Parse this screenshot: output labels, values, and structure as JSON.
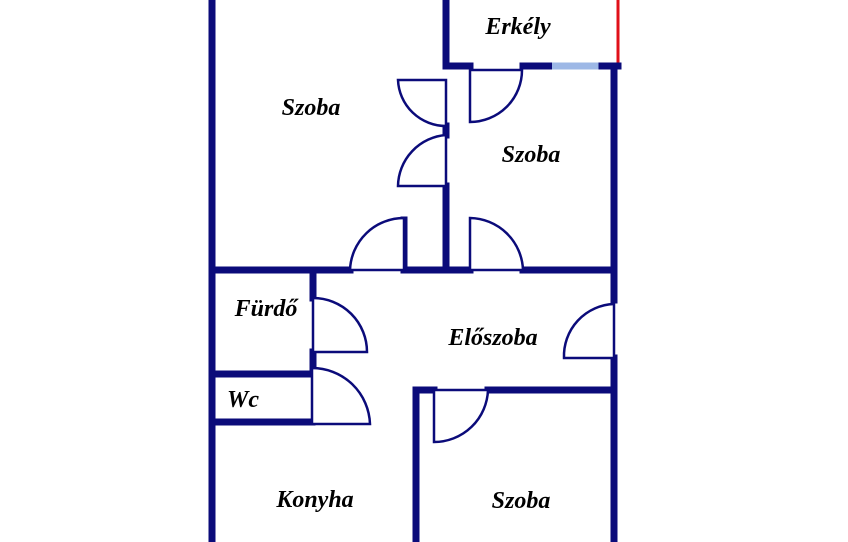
{
  "plan": {
    "rooms": [
      {
        "id": "erkely",
        "label": "Erkély"
      },
      {
        "id": "szoba-top-left",
        "label": "Szoba"
      },
      {
        "id": "szoba-top-right",
        "label": "Szoba"
      },
      {
        "id": "furdo",
        "label": "Fürdő"
      },
      {
        "id": "eloszoba",
        "label": "Előszoba"
      },
      {
        "id": "wc",
        "label": "Wc"
      },
      {
        "id": "konyha",
        "label": "Konyha"
      },
      {
        "id": "szoba-bottom-right",
        "label": "Szoba"
      }
    ],
    "colors": {
      "wall": "#0b0b7a",
      "window": "#9db8e6",
      "balcony_edge": "#e0101a",
      "background": "#ffffff"
    }
  }
}
